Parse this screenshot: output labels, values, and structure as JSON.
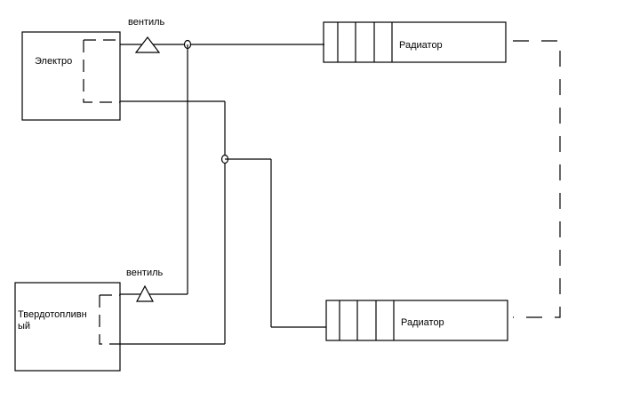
{
  "diagram": {
    "boilers": [
      {
        "id": "electric",
        "label": "Электро"
      },
      {
        "id": "solid-fuel",
        "label": "Твердотопливн\nый"
      }
    ],
    "valves": [
      {
        "label": "вентиль"
      },
      {
        "label": "вентиль"
      }
    ],
    "radiators": [
      {
        "label": "Радиатор",
        "sections": 4
      },
      {
        "label": "Радиатор",
        "sections": 4
      }
    ],
    "colors": {
      "stroke": "#000000",
      "background": "#ffffff"
    }
  }
}
